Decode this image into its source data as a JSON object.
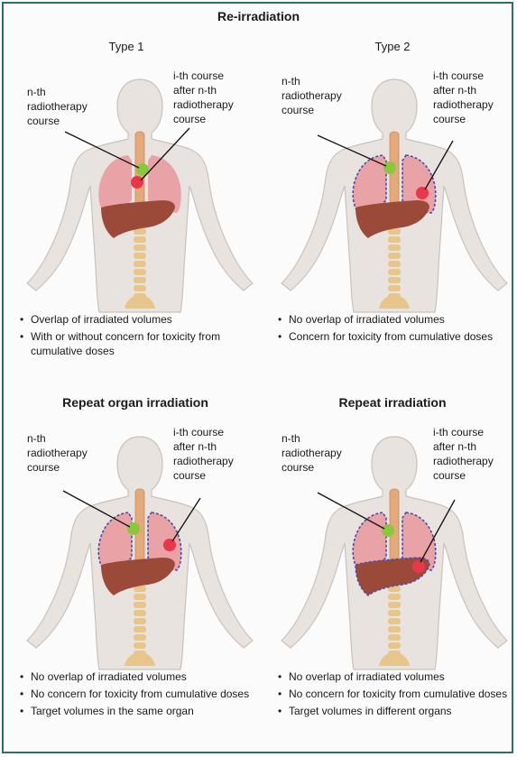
{
  "heading": "Re-irradiation",
  "panels": [
    {
      "subtitle": "Type 1",
      "label_nth": "n-th\nradiotherapy\ncourse",
      "label_ith": "i-th course\nafter n-th\nradiotherapy\ncourse",
      "bullets": [
        "Overlap of irradiated volumes",
        "With or without concern for toxicity from cumulative doses"
      ]
    },
    {
      "subtitle": "Type 2",
      "label_nth": "n-th\nradiotherapy\ncourse",
      "label_ith": "i-th course\nafter n-th\nradiotherapy\ncourse",
      "bullets": [
        "No overlap of irradiated volumes",
        "Concern for toxicity from cumulative doses"
      ]
    },
    {
      "subtitle": "Repeat organ irradiation",
      "label_nth": "n-th\nradiotherapy\ncourse",
      "label_ith": "i-th course\nafter n-th\nradiotherapy\ncourse",
      "bullets": [
        "No overlap of irradiated volumes",
        "No concern for toxicity from cumulative doses",
        "Target volumes in the same organ"
      ]
    },
    {
      "subtitle": "Repeat irradiation",
      "label_nth": "n-th\nradiotherapy\ncourse",
      "label_ith": "i-th course\nafter n-th\nradiotherapy\ncourse",
      "bullets": [
        "No overlap of irradiated volumes",
        "No concern for toxicity from cumulative doses",
        "Target volumes in different organs"
      ]
    }
  ],
  "colors": {
    "border": "#2f6f6a",
    "body": "#e8e3df",
    "body_outline": "#c9c2bc",
    "lung": "#e9a3a6",
    "liver": "#9b4a3a",
    "spine": "#e8c58a",
    "trachea": "#e4a97a",
    "target_green": "#8cc63f",
    "target_red": "#e8374a",
    "contour": "#4a4ab0"
  }
}
